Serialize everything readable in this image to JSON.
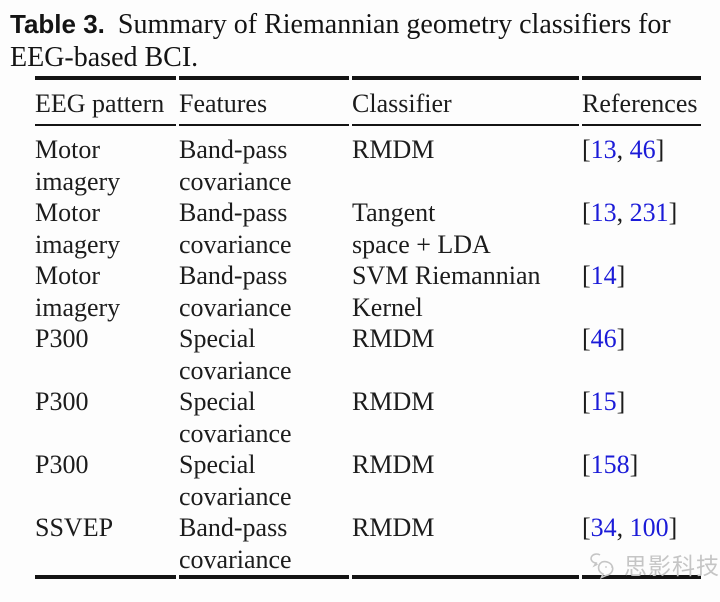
{
  "caption": {
    "label": "Table 3.",
    "line1_rest": "Summary of Riemannian geometry classifiers for",
    "line2": "EEG-based BCI."
  },
  "table": {
    "columns": [
      "EEG pattern",
      "Features",
      "Classifier",
      "References"
    ],
    "ref_open": "[",
    "ref_close": "]",
    "ref_separator": ", ",
    "link_color": "#1b1bd8",
    "rows": [
      {
        "pattern": [
          "Motor",
          "imagery"
        ],
        "features": [
          "Band-pass",
          "covariance"
        ],
        "classifier": [
          "RMDM"
        ],
        "references": [
          "13",
          "46"
        ]
      },
      {
        "pattern": [
          "Motor",
          "imagery"
        ],
        "features": [
          "Band-pass",
          "covariance"
        ],
        "classifier": [
          "Tangent",
          "space + LDA"
        ],
        "references": [
          "13",
          "231"
        ]
      },
      {
        "pattern": [
          "Motor",
          "imagery"
        ],
        "features": [
          "Band-pass",
          "covariance"
        ],
        "classifier": [
          "SVM Riemannian",
          "Kernel"
        ],
        "references": [
          "14"
        ]
      },
      {
        "pattern": [
          "P300"
        ],
        "features": [
          "Special",
          "covariance"
        ],
        "classifier": [
          "RMDM"
        ],
        "references": [
          "46"
        ]
      },
      {
        "pattern": [
          "P300"
        ],
        "features": [
          "Special",
          "covariance"
        ],
        "classifier": [
          "RMDM"
        ],
        "references": [
          "15"
        ]
      },
      {
        "pattern": [
          "P300"
        ],
        "features": [
          "Special",
          "covariance"
        ],
        "classifier": [
          "RMDM"
        ],
        "references": [
          "158"
        ]
      },
      {
        "pattern": [
          "SSVEP"
        ],
        "features": [
          "Band-pass",
          "covariance"
        ],
        "classifier": [
          "RMDM"
        ],
        "references": [
          "34",
          "100"
        ]
      }
    ]
  },
  "watermark": {
    "text": "思影科技",
    "color": "#c5c5c5",
    "icon": "chat-bubbles-icon"
  }
}
